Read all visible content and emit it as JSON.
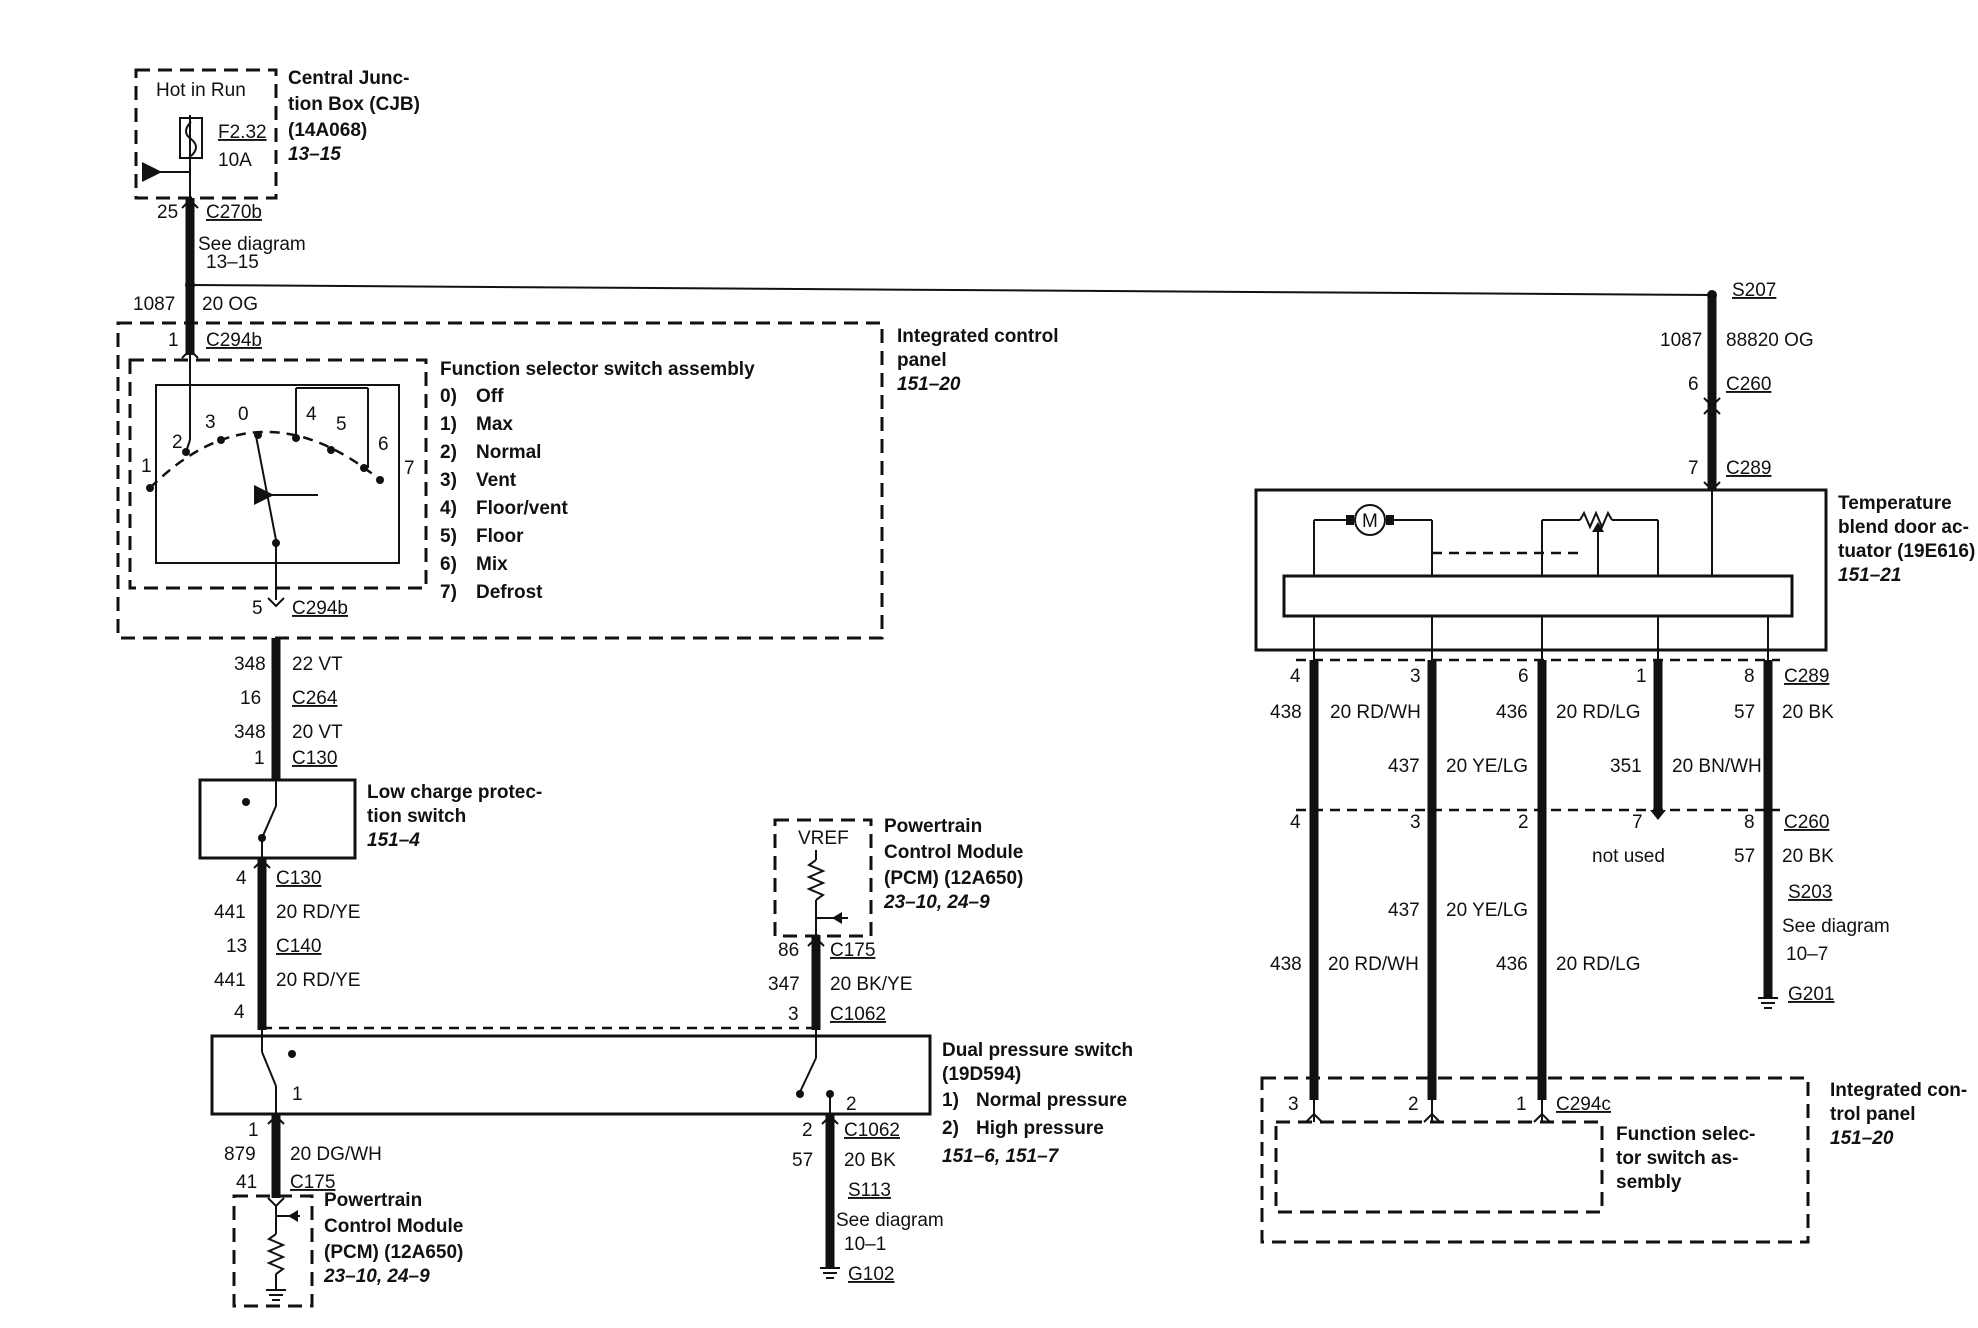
{
  "cjb": {
    "hot": "Hot in Run",
    "fuse": "F2.32",
    "amps": "10A",
    "title": [
      "Central Junc-",
      "tion Box (CJB)",
      "(14A068)"
    ],
    "ref": "13–15"
  },
  "top_wire": {
    "pin": "25",
    "conn": "C270b",
    "see": "See diagram",
    "see_ref": "13–15",
    "circuit": "1087",
    "gauge": "20 OG"
  },
  "icp": {
    "pin": "1",
    "conn": "C294b",
    "title": [
      "Integrated control",
      "panel"
    ],
    "ref": "151–20"
  },
  "fss": {
    "title": "Function selector switch assembly",
    "positions": [
      "0)",
      "1)",
      "2)",
      "3)",
      "4)",
      "5)",
      "6)",
      "7)"
    ],
    "modes": [
      "Off",
      "Max",
      "Normal",
      "Vent",
      "Floor/vent",
      "Floor",
      "Mix",
      "Defrost"
    ],
    "contacts": [
      "3",
      "0",
      "4",
      "5",
      "2",
      "6",
      "1",
      "7"
    ],
    "out_pin": "5",
    "out_conn": "C294b"
  },
  "mid_wire": {
    "c1": "348",
    "g1": "22 VT",
    "p1": "16",
    "conn1": "C264",
    "c2": "348",
    "g2": "20 VT",
    "p2": "1",
    "conn2": "C130"
  },
  "lcps": {
    "title": [
      "Low charge protec-",
      "tion switch"
    ],
    "ref": "151–4",
    "pin": "4",
    "conn": "C130",
    "c1": "441",
    "g1": "20 RD/YE",
    "p2": "13",
    "conn2": "C140",
    "c2": "441",
    "g2": "20 RD/YE",
    "p3": "4"
  },
  "pcm_top": {
    "vref": "VREF",
    "title": [
      "Powertrain",
      "Control Module",
      "(PCM) (12A650)"
    ],
    "ref": "23–10, 24–9",
    "pin": "86",
    "conn": "C175",
    "circuit": "347",
    "gauge": "20 BK/YE",
    "pin2": "3",
    "conn2": "C1062"
  },
  "dps": {
    "title": [
      "Dual pressure switch",
      "(19D594)"
    ],
    "pos": [
      "1)",
      "2)"
    ],
    "modes": [
      "Normal pressure",
      "High pressure"
    ],
    "ref": "151–6, 151–7",
    "left_mark": "1",
    "right_mark": "2"
  },
  "dps_left": {
    "pin": "1",
    "circuit": "879",
    "gauge": "20 DG/WH",
    "pin2": "41",
    "conn2": "C175"
  },
  "pcm_bot": {
    "title": [
      "Powertrain",
      "Control Module",
      "(PCM) (12A650)"
    ],
    "ref": "23–10, 24–9"
  },
  "dps_right": {
    "pin": "2",
    "conn": "C1062",
    "circuit": "57",
    "gauge": "20 BK",
    "splice": "S113",
    "see": "See diagram",
    "see_ref": "10–1",
    "ground": "G102"
  },
  "right_top": {
    "splice": "S207",
    "circuit": "1087",
    "gauge": "88820 OG",
    "p1": "6",
    "conn1": "C260",
    "p2": "7",
    "conn2": "C289"
  },
  "tbda": {
    "title": [
      "Temperature",
      "blend door ac-",
      "tuator (19E616)"
    ],
    "ref": "151–21",
    "motor": "M"
  },
  "tbda_wires": {
    "pins_top": [
      "4",
      "3",
      "6",
      "1",
      "8"
    ],
    "conn_top": "C289",
    "row1": [
      "438",
      "20 RD/WH",
      "436",
      "20 RD/LG",
      "57",
      "20 BK"
    ],
    "row2": [
      "437",
      "20 YE/LG",
      "351",
      "20 BN/WH"
    ],
    "pins_mid": [
      "4",
      "3",
      "2",
      "7",
      "8"
    ],
    "conn_mid": "C260",
    "not_used": "not used",
    "mid_r": [
      "57",
      "20 BK"
    ],
    "splice": "S203",
    "see": "See diagram",
    "see_ref": "10–7",
    "ground": "G201",
    "row3": [
      "437",
      "20 YE/LG"
    ],
    "row4": [
      "438",
      "20 RD/WH",
      "436",
      "20 RD/LG"
    ]
  },
  "icp2": {
    "pins": [
      "3",
      "2",
      "1"
    ],
    "conn": "C294c",
    "fss": [
      "Function selec-",
      "tor switch as-",
      "sembly"
    ],
    "title": [
      "Integrated con-",
      "trol panel"
    ],
    "ref": "151–20"
  }
}
